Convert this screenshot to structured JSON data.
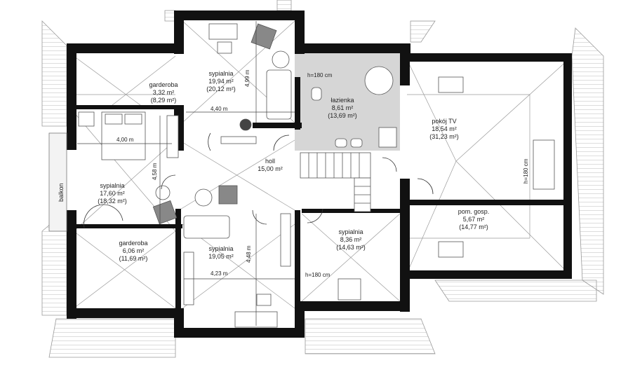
{
  "rooms": [
    {
      "id": "r1",
      "name": "sypialnia",
      "area": "19,94 m²",
      "area_gross": "(20,12 m²)"
    },
    {
      "id": "r2",
      "name": "garderoba",
      "area": "3,32 m²",
      "area_gross": "(8,29 m²)"
    },
    {
      "id": "r3",
      "name": "łazienka",
      "area": "8,61 m²",
      "area_gross": "(13,69 m²)"
    },
    {
      "id": "r4",
      "name": "pokój TV",
      "area": "18,54 m²",
      "area_gross": "(31,23 m²)"
    },
    {
      "id": "r5",
      "name": "holl",
      "area": "15,00 m²",
      "area_gross": ""
    },
    {
      "id": "r6",
      "name": "sypialnia",
      "area": "17,60 m²",
      "area_gross": "(18,32 m²)"
    },
    {
      "id": "r7",
      "name": "pom. gosp.",
      "area": "5,67 m²",
      "area_gross": "(14,77 m²)"
    },
    {
      "id": "r8",
      "name": "garderoba",
      "area": "6,06 m²",
      "area_gross": "(11,69 m²)"
    },
    {
      "id": "r9",
      "name": "sypialnia",
      "area": "19,05 m²",
      "area_gross": ""
    },
    {
      "id": "r10",
      "name": "sypialnia",
      "area": "8,36 m²",
      "area_gross": "(14,63 m²)"
    }
  ],
  "dimensions": {
    "d1": "4,99 m",
    "d2": "4,40 m",
    "d3": "4,00 m",
    "d4": "4,58 m",
    "d5": "4,48 m",
    "d6": "4,23 m"
  },
  "heights": {
    "h1": "h=180 cm",
    "h2": "h=180 cm",
    "h3": "h=180 cm"
  },
  "balcony": "balkon",
  "colors": {
    "wall": "#111111",
    "bath_fill": "#d4d4d4",
    "line": "#8a8a8a"
  }
}
